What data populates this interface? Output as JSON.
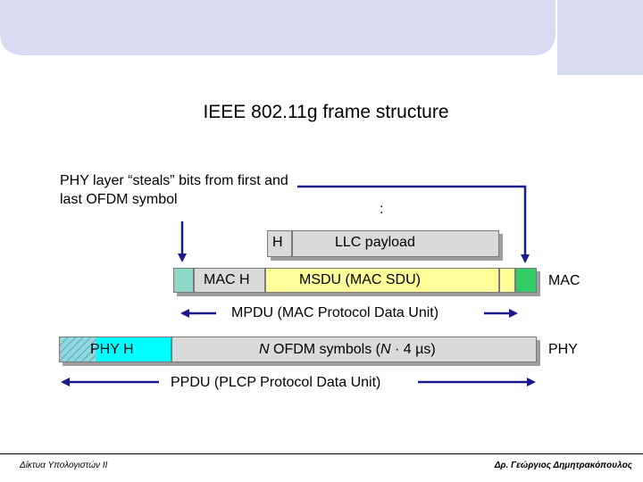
{
  "title": "IEEE 802.11g frame structure",
  "note": "PHY layer “steals” bits from first and last OFDM symbol",
  "colon": ":",
  "llc_row": {
    "h_label": "H",
    "payload_label": "LLC payload"
  },
  "mac_row": {
    "mach_label": "MAC H",
    "msdu_label": "MSDU (MAC SDU)",
    "side_label": "MAC"
  },
  "mpdu_label": "MPDU (MAC Protocol Data Unit)",
  "phy_row": {
    "phyh_label": "PHY H",
    "ofdm_n1": "N",
    "ofdm_mid": " OFDM symbols (",
    "ofdm_n2": "N",
    "ofdm_tail": " · 4 µs)",
    "side_label": "PHY"
  },
  "ppdu_label": "PPDU (PLCP Protocol Data Unit)",
  "footer": {
    "left": "Δίκτυα Υπολογιστών ΙΙ",
    "right": "Δρ. Γεώργιος Δημητρακόπουλος"
  },
  "colors": {
    "banner": "#d8daf0",
    "grey": "#dadada",
    "teal": "#8fd8c8",
    "yellow": "#ffff99",
    "cyan": "#00ffff",
    "green": "#33cc66",
    "arrow": "#1a1a8c"
  }
}
